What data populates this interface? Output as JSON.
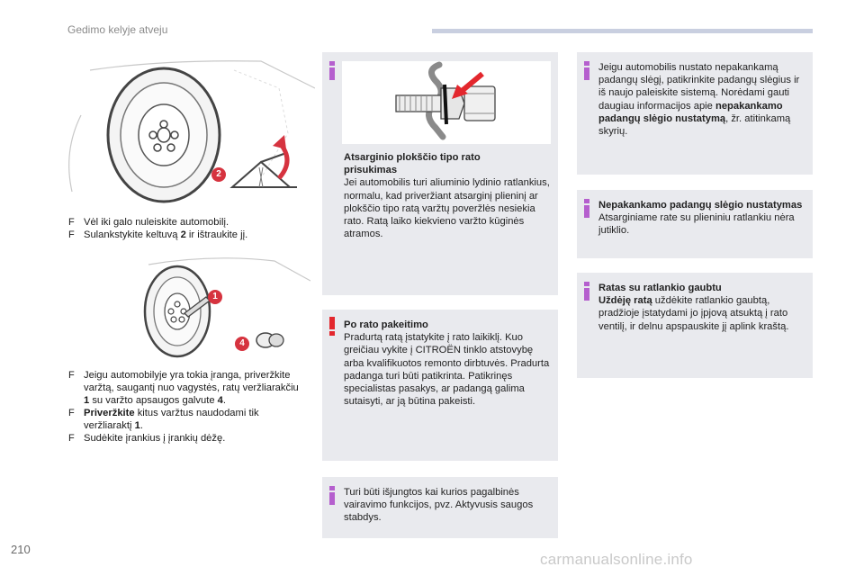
{
  "header": {
    "title": "Gedimo kelyje atveju"
  },
  "page_number": "210",
  "watermark": "carmanualsonline.info",
  "left_col": {
    "steps_1": [
      {
        "text": "Vėl iki galo nuleiskite automobilį."
      },
      {
        "pre": "Sulankstykite keltuvą ",
        "bold": "2",
        "post": " ir ištraukite jį."
      }
    ],
    "steps_2": [
      {
        "text": "Jeigu automobilyje yra tokia įranga, priveržkite varžtą, saugantį nuo vagystės, ratų veržliarakčiu ",
        "bold": "1",
        "post": " su varžto apsaugos galvute ",
        "bold2": "4",
        "post2": "."
      },
      {
        "bold": "Priveržkite",
        "post": " kitus varžtus naudodami tik veržliaraktį ",
        "bold2": "1",
        "post2": "."
      },
      {
        "text": "Sudėkite įrankius į įrankių dėžę."
      }
    ],
    "labels": {
      "jack_num": "2",
      "wrench_num": "1",
      "cap_num": "4"
    },
    "arrow_glyph": "F"
  },
  "mid_col": {
    "box1": {
      "title_line1": "Atsarginio plokščio tipo rato",
      "title_line2": "prisukimas",
      "body": "Jei automobilis turi aliuminio lydinio ratlankius, normalu, kad priveržiant atsarginį plieninį ar plokščio tipo ratą varžtų poveržlės nesiekia rato. Ratą laiko kiekvieno varžto kūginės atramos."
    },
    "box2": {
      "title": "Po rato pakeitimo",
      "body": "Pradurtą ratą įstatykite į rato laikiklį. Kuo greičiau vykite į CITROËN tinklo atstovybę arba kvalifikuotos remonto dirbtuvės. Pradurta padanga turi būti patikrinta. Patikrinęs specialistas pasakys, ar padangą galima sutaisyti, ar ją būtina pakeisti."
    },
    "box3": {
      "body": "Turi būti išjungtos kai kurios pagalbinės vairavimo funkcijos, pvz. Aktyvusis saugos stabdys."
    }
  },
  "right_col": {
    "box1": {
      "pre": "Jeigu automobilis nustato nepakankamą padangų slėgį, patikrinkite padangų slėgius ir iš naujo paleiskite sistemą. Norėdami gauti daugiau informacijos apie ",
      "bold": "nepakankamo padangų slėgio nustatymą",
      "post": ", žr. atitinkamą skyrių."
    },
    "box2": {
      "title": "Nepakankamo padangų slėgio nustatymas",
      "body": "Atsarginiame rate su plieniniu ratlankiu nėra jutiklio."
    },
    "box3": {
      "title": "Ratas su ratlankio gaubtu",
      "bold": "Uždėję ratą",
      "body": " uždėkite ratlankio gaubtą, pradžioje įstatydami jo įpjovą atsuktą į rato ventilį, ir delnu apspauskite jį aplink kraštą."
    }
  },
  "colors": {
    "accent_info": "#b55fce",
    "accent_warning": "#e3272d",
    "box_bg": "#e9eaee",
    "callout_red": "#d6333f"
  }
}
